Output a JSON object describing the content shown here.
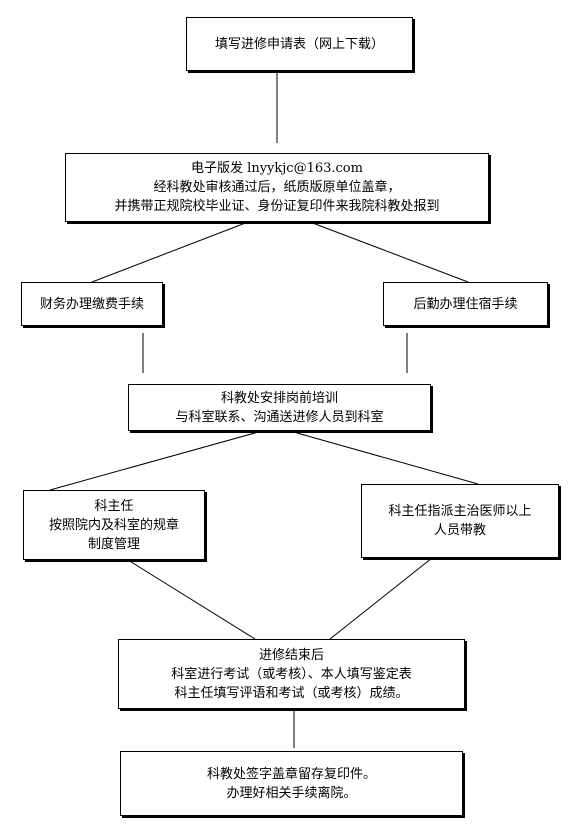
{
  "flowchart": {
    "step1": {
      "lines": [
        "填写进修申请表（网上下载）"
      ]
    },
    "step2": {
      "lines": [
        "电子版发 lnyykjc@163.com",
        "经科教处审核通过后，纸质版原单位盖章，",
        "并携带正规院校毕业证、身份证复印件来我院科教处报到"
      ]
    },
    "step3_left": {
      "lines": [
        "财务办理缴费手续"
      ]
    },
    "step3_right": {
      "lines": [
        "后勤办理住宿手续"
      ]
    },
    "step4": {
      "lines": [
        "科教处安排岗前培训",
        "与科室联系、沟通送进修人员到科室"
      ]
    },
    "step5_left": {
      "lines": [
        "科主任",
        "按照院内及科室的规章",
        "制度管理"
      ]
    },
    "step5_right": {
      "lines": [
        "科主任指派主治医师以上",
        "人员带教"
      ]
    },
    "step6": {
      "lines": [
        "进修结束后",
        "科室进行考试（或考核）、本人填写鉴定表",
        "科主任填写评语和考试（或考核）成绩。"
      ]
    },
    "step7": {
      "lines": [
        "科教处签字盖章留存复印件。",
        "办理好相关手续离院。"
      ]
    }
  }
}
